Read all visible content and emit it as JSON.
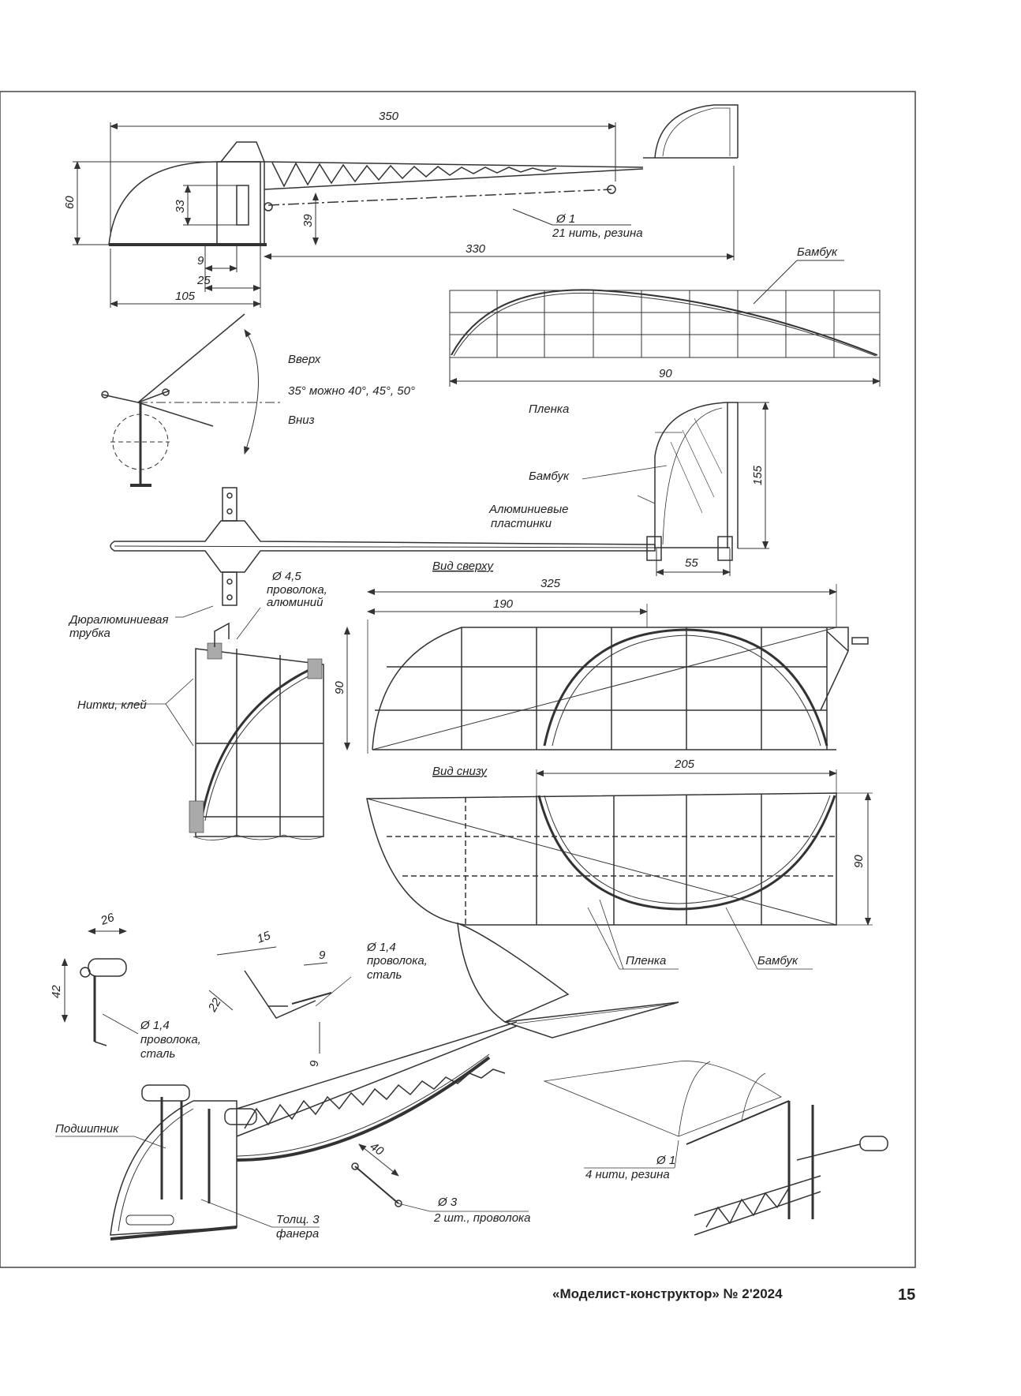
{
  "dimensions": {
    "fuselage_length": "350",
    "fuselage_height": "60",
    "frame_height": "33",
    "hook_height": "39",
    "offset_9": "9",
    "offset_25": "25",
    "nose_length": "105",
    "motor_length": "330",
    "wing_profile_span": "90",
    "fin_height": "155",
    "fin_base": "55",
    "wing_span": "325",
    "wing_root": "190",
    "wing_chord_top": "90",
    "wing_bottom_span": "205",
    "wing_chord_bottom": "90",
    "bearing_width": "26",
    "bearing_height": "42",
    "hook_15": "15",
    "hook_9a": "9",
    "hook_22": "22",
    "hook_9b": "9",
    "link_length": "40"
  },
  "labels": {
    "rubber_top_1": "Ø 1",
    "rubber_top_2": "21 нить, резина",
    "bamboo_profile": "Бамбук",
    "up": "Вверх",
    "angle": "35° можно 40°, 45°, 50°",
    "down": "Вниз",
    "film_fin": "Пленка",
    "bamboo_fin": "Бамбук",
    "alu_plates_1": "Алюминиевые",
    "alu_plates_2": "пластинки",
    "view_top": "Вид сверху",
    "wire_alu_1": "Ø 4,5",
    "wire_alu_2": "проволока,",
    "wire_alu_3": "алюминий",
    "dural_tube_1": "Дюралюминиевая",
    "dural_tube_2": "трубка",
    "threads_glue": "Нитки, клей",
    "view_bottom": "Вид снизу",
    "film_wing": "Пленка",
    "bamboo_wing": "Бамбук",
    "steel_wire_a_1": "Ø 1,4",
    "steel_wire_a_2": "проволока,",
    "steel_wire_a_3": "сталь",
    "steel_wire_b_1": "Ø 1,4",
    "steel_wire_b_2": "проволока,",
    "steel_wire_b_3": "сталь",
    "bearing": "Подшипник",
    "rubber_bottom_1": "Ø 1",
    "rubber_bottom_2": "4 нити, резина",
    "wire_link_1": "Ø 3",
    "wire_link_2": "2 шт., проволока",
    "plywood_1": "Толщ. 3",
    "plywood_2": "фанера"
  },
  "footer": {
    "journal": "«Моделист-конструктор» № 2'2024",
    "page": "15"
  }
}
